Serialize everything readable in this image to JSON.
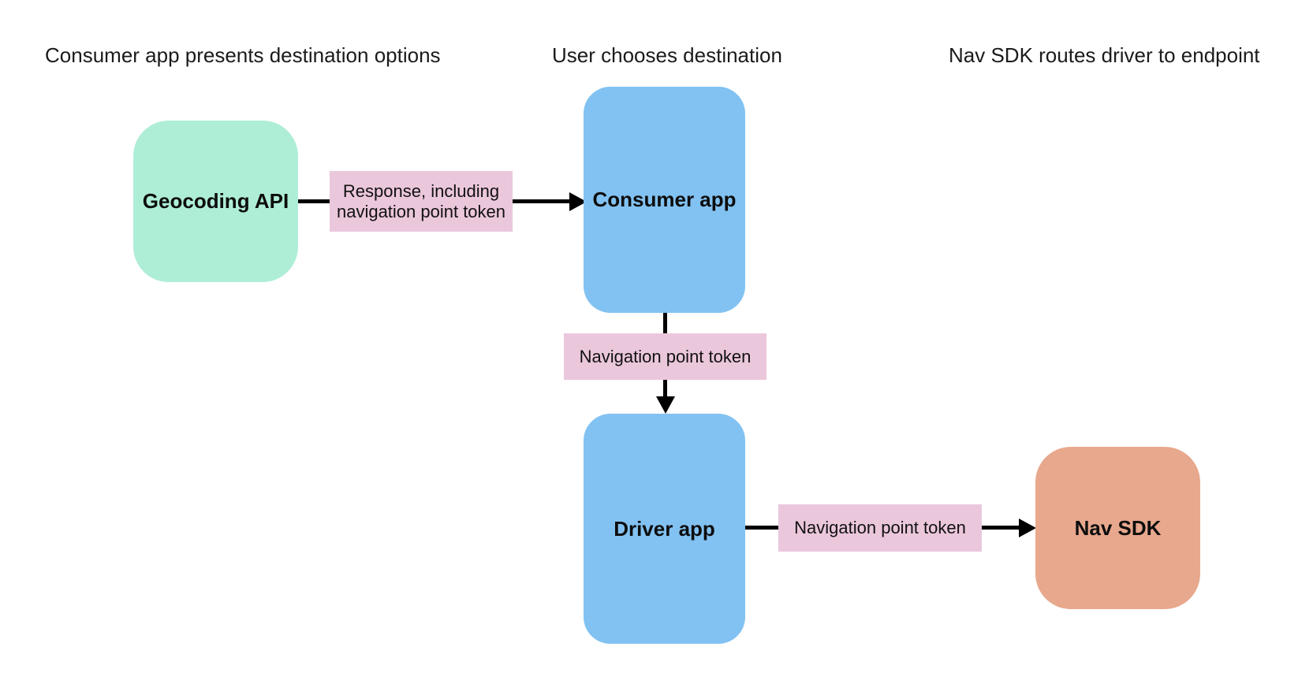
{
  "diagram": {
    "type": "flowchart",
    "background_color": "#ffffff",
    "lane_headers": [
      {
        "label": "Consumer app presents destination options"
      },
      {
        "label": "User chooses destination"
      },
      {
        "label": "Nav SDK routes driver to endpoint"
      }
    ],
    "nodes": [
      {
        "id": "geocoding-api",
        "label": "Geocoding API",
        "color": "#aeeed6",
        "shape": "rounded-rect"
      },
      {
        "id": "consumer-app",
        "label": "Consumer app",
        "color": "#82c2f2",
        "shape": "rounded-rect"
      },
      {
        "id": "driver-app",
        "label": "Driver app",
        "color": "#82c2f2",
        "shape": "rounded-rect"
      },
      {
        "id": "nav-sdk",
        "label": "Nav SDK",
        "color": "#e8a88d",
        "shape": "rounded-rect"
      }
    ],
    "edges": [
      {
        "from": "geocoding-api",
        "to": "consumer-app",
        "label": "Response, including navigation point token",
        "label_color": "#ebc7dc",
        "arrow_color": "#000000",
        "direction": "right"
      },
      {
        "from": "consumer-app",
        "to": "driver-app",
        "label": "Navigation point token",
        "label_color": "#ebc7dc",
        "arrow_color": "#000000",
        "direction": "down"
      },
      {
        "from": "driver-app",
        "to": "nav-sdk",
        "label": "Navigation point token",
        "label_color": "#ebc7dc",
        "arrow_color": "#000000",
        "direction": "right"
      }
    ],
    "text_colors": {
      "header": "#1b1b1b",
      "node_label": "#0d0d0d",
      "edge_label": "#111111"
    }
  }
}
